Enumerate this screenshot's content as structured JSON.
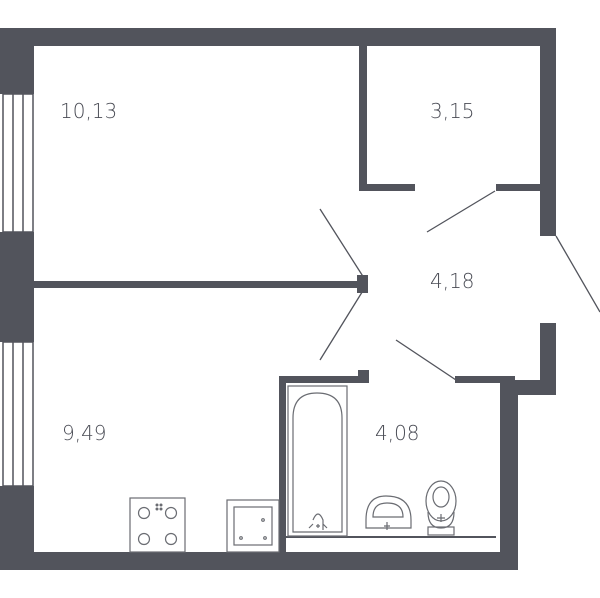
{
  "colors": {
    "wall": "#52545c",
    "line": "#52545c",
    "fixture": "#6a6c72",
    "background": "#ffffff"
  },
  "rooms": {
    "bedroom": {
      "area": "10,13"
    },
    "storage": {
      "area": "3,15"
    },
    "hall": {
      "area": "4,18"
    },
    "kitchen": {
      "area": "9,49"
    },
    "bathroom": {
      "area": "4,08"
    }
  },
  "fixtures": [
    "stove-icon",
    "sink-icon",
    "bathtub-icon",
    "washbasin-icon",
    "toilet-icon"
  ]
}
